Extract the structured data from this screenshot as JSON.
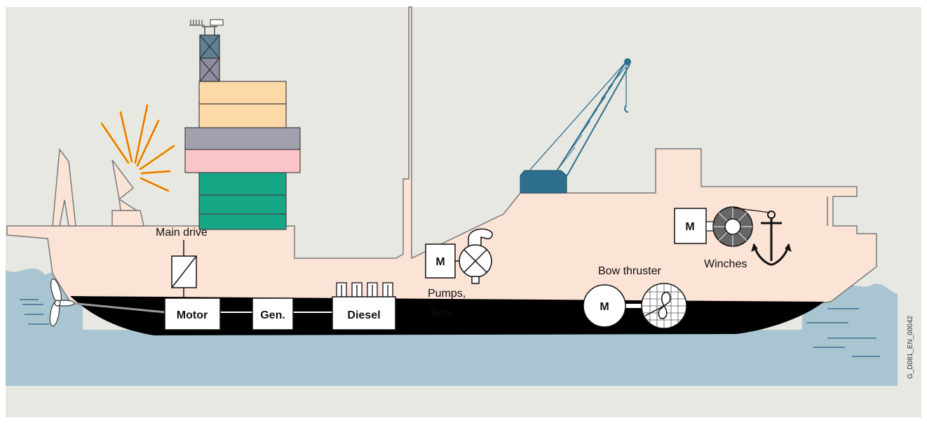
{
  "labels": {
    "main_drive": "Main drive",
    "motor": "Motor",
    "generator": "Gen.",
    "diesel": "Diesel",
    "pump_motor": "M",
    "pumps_line1": "Pumps,",
    "pumps_line2": "fans",
    "bow_thruster": "Bow thruster",
    "bow_motor": "M",
    "winch_motor": "M",
    "winches": "Winches",
    "figure_code": "G_D081_EN_00042"
  },
  "colors": {
    "background": "#e8e8e3",
    "sea": "#a9c5d1",
    "hull": "#fbe3d6",
    "hull_bottom": "#000000",
    "crane": "#2f6f8e",
    "bridge_tan": "#fdd9a8",
    "bridge_gray": "#a3a0ad",
    "bridge_pink": "#fac4c8",
    "bridge_green": "#17a686",
    "mast_box": "#6f8fa0",
    "flash": "#f2b400",
    "flash_inner": "#e23b1e"
  },
  "icons": [
    "propeller-icon",
    "converter-icon",
    "pump-icon",
    "thruster-propeller-icon",
    "winch-drum-icon",
    "anchor-icon",
    "crane-icon",
    "radar-dish-icon",
    "antenna-icon"
  ]
}
